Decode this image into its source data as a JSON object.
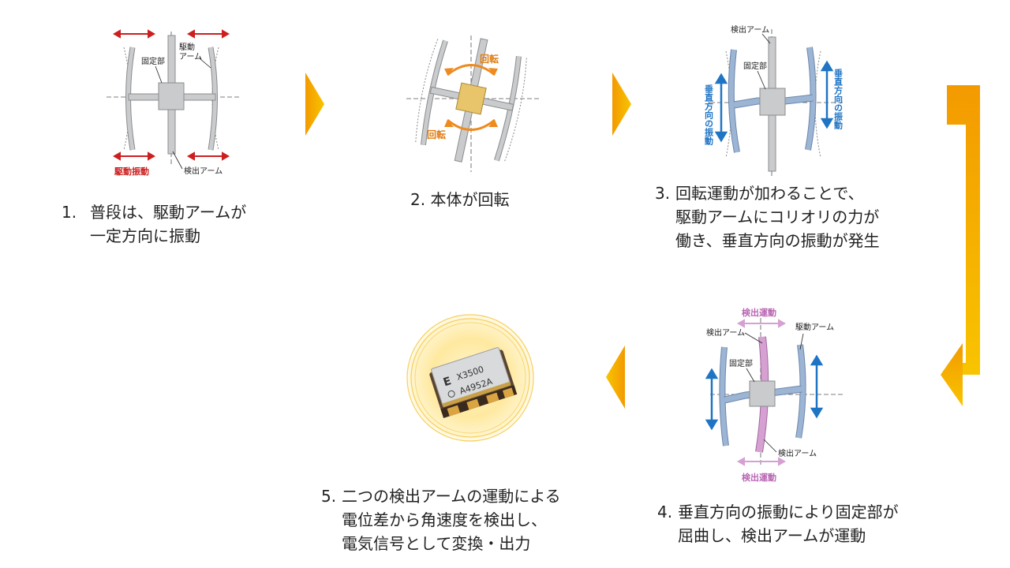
{
  "steps": [
    {
      "caption_number": "1.",
      "caption_lines": [
        "普段は、駆動アームが",
        "一定方向に振動"
      ],
      "labels": {
        "fixed": "固定部",
        "drive_arm_1": "駆動",
        "drive_arm_2": "アーム",
        "drive_vibration": "駆動振動",
        "detect_arm": "検出アーム"
      }
    },
    {
      "caption_number": "2.",
      "caption_lines": [
        "本体が回転"
      ],
      "labels": {
        "rotation_top": "回転",
        "rotation_bottom": "回転"
      }
    },
    {
      "caption_number": "3.",
      "caption_lines": [
        "回転運動が加わることで、",
        "駆動アームにコリオリの力が",
        "働き、垂直方向の振動が発生"
      ],
      "labels": {
        "detect_arm": "検出アーム",
        "fixed": "固定部",
        "vertical_left": "垂直方向の振動",
        "vertical_right": "垂直方向の振動"
      }
    },
    {
      "caption_number": "4.",
      "caption_lines": [
        "垂直方向の振動により固定部が",
        "屈曲し、検出アームが運動"
      ],
      "labels": {
        "detect_motion_top": "検出運動",
        "detect_arm_top": "検出アーム",
        "drive_arm": "駆動アーム",
        "fixed": "固定部",
        "detect_arm_bottom": "検出アーム",
        "detect_motion_bottom": "検出運動"
      }
    },
    {
      "caption_number": "5.",
      "caption_lines": [
        "二つの検出アームの運動による",
        "電位差から角速度を検出し、",
        "電気信号として変換・出力"
      ],
      "chip_text": {
        "brand": "E",
        "model": "X3500",
        "code": "A4952A"
      }
    }
  ],
  "colors": {
    "arrow_gold": "#f6b400",
    "arrow_orange": "#f39a00",
    "drive_red": "#cc1f1f",
    "rotation_orange": "#ee8a1e",
    "vertical_blue": "#1f74c4",
    "arm_blue": "#9db5d4",
    "detect_pink": "#d6a0d3",
    "arm_gray": "#c4c6c8",
    "body_gold": "#e8c46a"
  }
}
